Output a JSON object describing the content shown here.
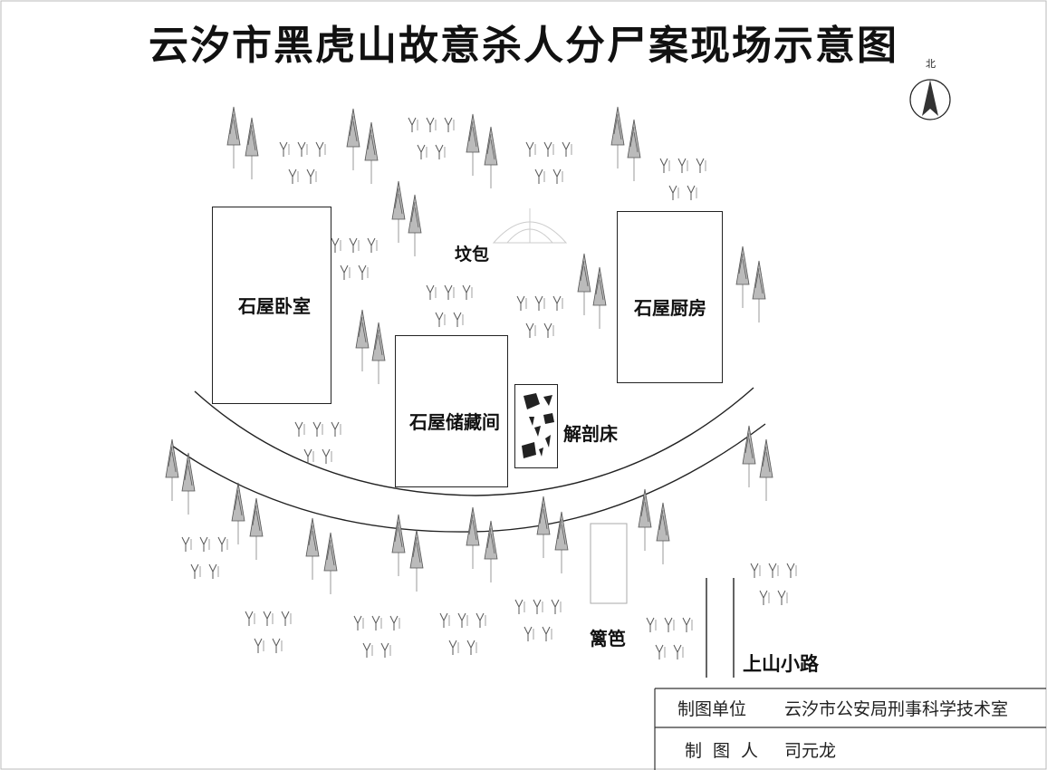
{
  "title": "云汐市黑虎山故意杀人分尸案现场示意图",
  "north_label": "北",
  "labels": {
    "bedroom": "石屋卧室",
    "kitchen": "石屋厨房",
    "storage": "石屋储藏间",
    "grave": "坟包",
    "dissection_bed": "解剖床",
    "bamboo_fence": "篱笆",
    "mountain_path": "上山小路"
  },
  "credits": [
    {
      "key": "制图单位",
      "value": "云汐市公安局刑事科学技术室"
    },
    {
      "key": "制图人",
      "value": "司元龙"
    }
  ],
  "colors": {
    "line": "#222222",
    "tree": "#555555",
    "text": "#111111"
  }
}
